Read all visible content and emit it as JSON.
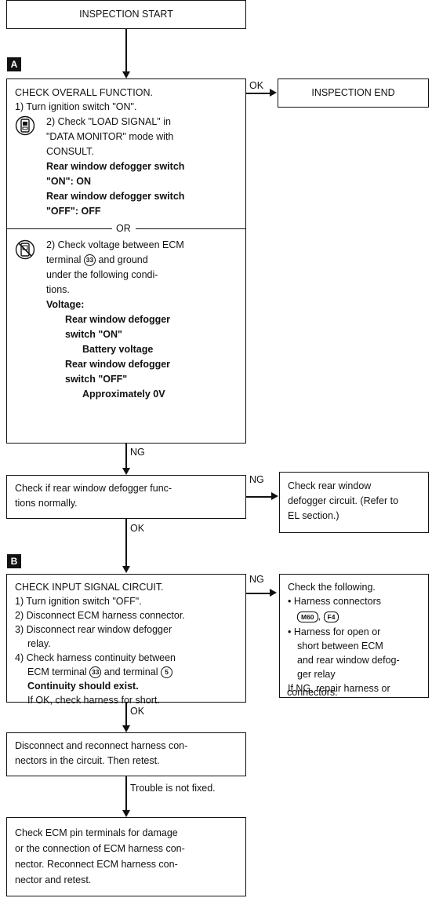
{
  "start": {
    "label": "INSPECTION START"
  },
  "section_a": {
    "tag": "A"
  },
  "section_b": {
    "tag": "B"
  },
  "check_overall": {
    "title": "CHECK OVERALL FUNCTION.",
    "step1": "1) Turn ignition switch \"ON\".",
    "consult_line1": "2) Check \"LOAD SIGNAL\" in",
    "consult_line2": "\"DATA MONITOR\" mode with",
    "consult_line3": "CONSULT.",
    "cond1_line1": "Rear window defogger switch",
    "cond1_line2": "\"ON\": ON",
    "cond2_line1": "Rear window defogger switch",
    "cond2_line2": "\"OFF\": OFF",
    "or_label": "OR",
    "volt_line1": "2) Check voltage between ECM",
    "volt_line2_pre": "terminal",
    "volt_terminal": "33",
    "volt_line2_post": "and ground",
    "volt_line3": "under the following condi-",
    "volt_line4": "tions.",
    "voltage_label": "Voltage:",
    "v1_line1": "Rear window defogger",
    "v1_line2": "switch \"ON\"",
    "v1_value": "Battery voltage",
    "v2_line1": "Rear window defogger",
    "v2_line2": "switch \"OFF\"",
    "v2_value": "Approximately 0V"
  },
  "ok_label_1": "OK",
  "inspection_end": {
    "label": "INSPECTION END"
  },
  "ng_label_1": "NG",
  "check_defogger": {
    "line1": "Check if rear window defogger func-",
    "line2": "tions normally."
  },
  "ng_label_2": "NG",
  "check_circuit": {
    "line1": "Check rear window",
    "line2": "defogger circuit. (Refer to",
    "line3": "EL section.)"
  },
  "ok_label_2": "OK",
  "check_input": {
    "title": "CHECK INPUT SIGNAL CIRCUIT.",
    "s1": "1) Turn ignition switch \"OFF\".",
    "s2": "2) Disconnect ECM harness connector.",
    "s3_line1": "3) Disconnect rear window defogger",
    "s3_line2": "relay.",
    "s4_line1": "4) Check harness continuity between",
    "s4_line2_pre": "ECM terminal",
    "s4_t1": "33",
    "s4_line2_mid": "and terminal",
    "s4_t2": "5",
    "s4_line3": "Continuity should exist.",
    "s4_line4": "If OK, check harness for short."
  },
  "ng_label_3": "NG",
  "check_following": {
    "title": "Check the following.",
    "b1_line1": "Harness connectors",
    "conn1": "M60",
    "conn2": "F4",
    "b2_line1": "Harness for open or",
    "b2_line2": "short between ECM",
    "b2_line3": "and rear window defog-",
    "b2_line4": "ger relay",
    "tail1": "If NG, repair harness or",
    "tail2": "connectors."
  },
  "ok_label_3": "OK",
  "reconnect": {
    "line1": "Disconnect and reconnect harness con-",
    "line2": "nectors in the circuit. Then retest."
  },
  "not_fixed_label": "Trouble is not fixed.",
  "check_pins": {
    "line1": "Check ECM pin terminals for damage",
    "line2": "or the connection of ECM harness con-",
    "line3": "nector. Reconnect ECM harness con-",
    "line4": "nector and retest."
  }
}
